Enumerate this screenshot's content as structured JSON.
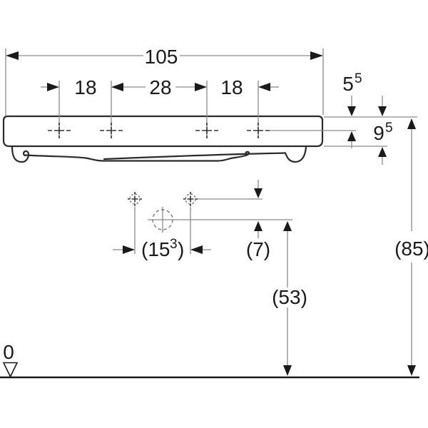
{
  "drawing": {
    "background": "#ffffff",
    "colors": {
      "object_outline": "#2b2b2b",
      "construction_line": "#8a8a8a",
      "text_and_arrows": "#1a1a1a"
    },
    "dimensions": {
      "overall_width": "105",
      "hole_spacing_left": "18",
      "hole_spacing_center": "28",
      "hole_spacing_right": "18",
      "tap_hole_offset": {
        "base": "5",
        "sup": "5"
      },
      "rim_height": {
        "base": "9",
        "sup": "5"
      },
      "fixing_spacing": {
        "open": "(15",
        "sup": "3",
        "close": ")"
      },
      "drain_offset": "(7)",
      "drain_height": "(53)",
      "rim_level": "(85)",
      "floor_datum": "0"
    }
  }
}
